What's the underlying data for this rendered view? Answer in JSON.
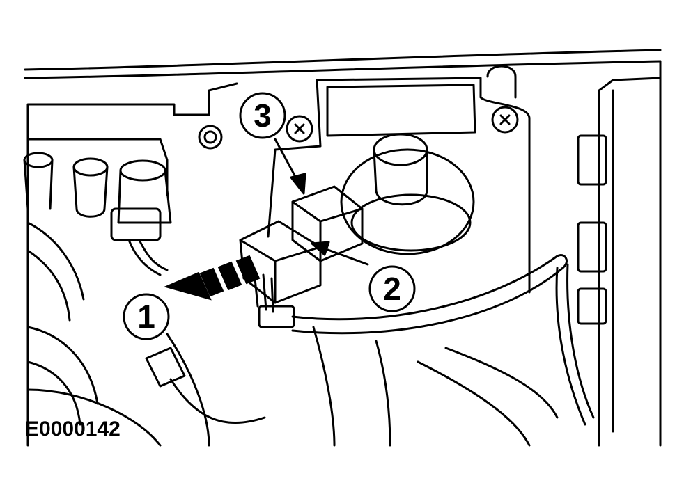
{
  "figure": {
    "code": "E0000142",
    "callouts": [
      "1",
      "2",
      "3"
    ]
  },
  "colors": {
    "line": "#000000",
    "background": "#ffffff"
  }
}
